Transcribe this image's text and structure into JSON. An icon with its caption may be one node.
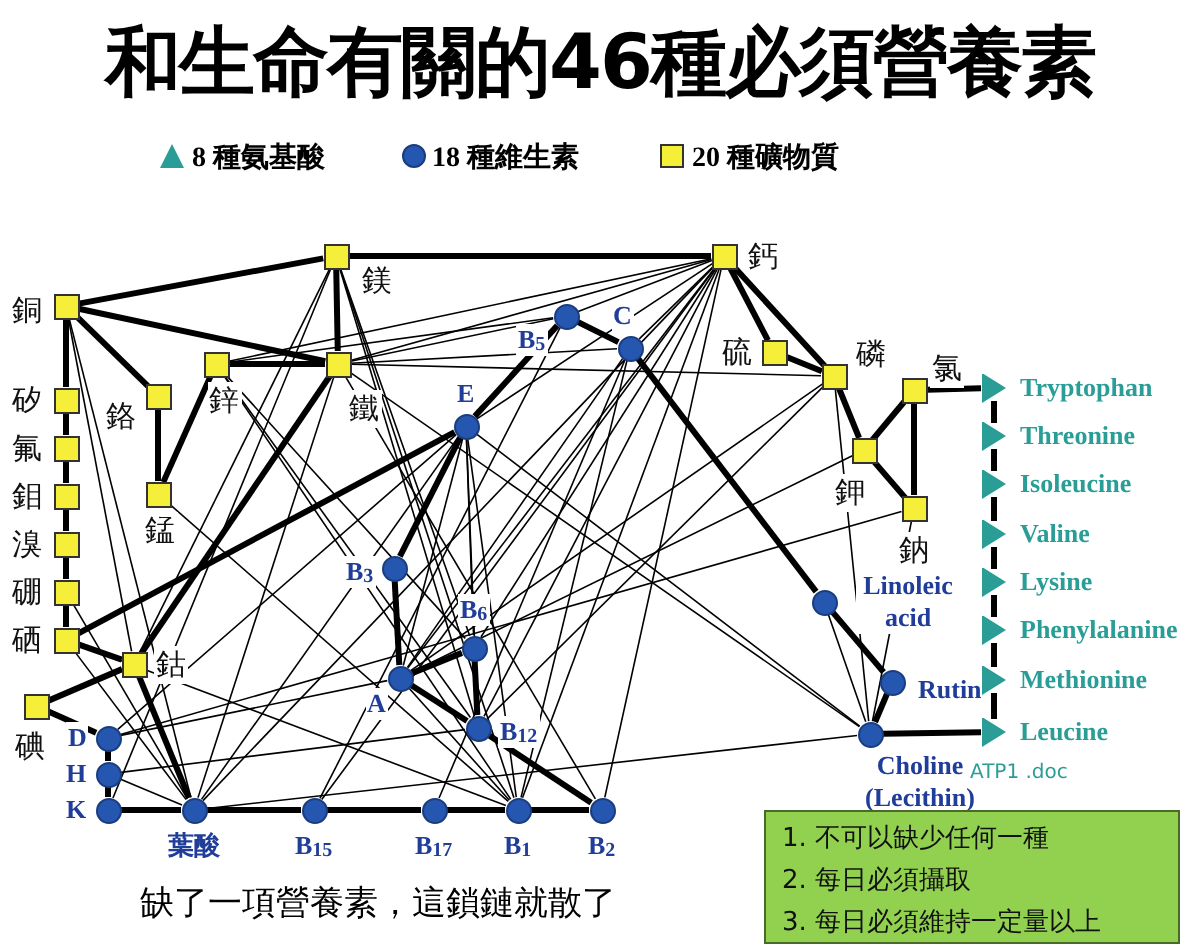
{
  "diagram": {
    "title": "和生命有關的46種必須營養素",
    "caption": "缺了一項營養素，這鎖鏈就散了",
    "nodes": [
      {
        "text": [
          "鎂"
        ]
      },
      {
        "text": [
          "鈣"
        ]
      },
      {
        "text": [
          "銅"
        ]
      },
      {
        "text": [
          "鋅"
        ]
      },
      {
        "text": [
          "鐵"
        ]
      },
      {
        "text": [
          "鉻"
        ]
      },
      {
        "text": [
          "錳"
        ]
      },
      {
        "text": [
          "矽"
        ]
      },
      {
        "text": [
          "氟"
        ]
      },
      {
        "text": [
          "鉬"
        ]
      },
      {
        "text": [
          "溴"
        ]
      },
      {
        "text": [
          "硼"
        ]
      },
      {
        "text": [
          "硒"
        ]
      },
      {
        "text": [
          "鈷"
        ]
      },
      {
        "text": [
          "碘"
        ]
      },
      {
        "text": [
          "硫"
        ]
      },
      {
        "text": [
          "磷"
        ]
      },
      {
        "text": [
          "氯"
        ]
      },
      {
        "text": [
          "鉀"
        ]
      },
      {
        "text": [
          "鈉"
        ]
      },
      {
        "text": [
          "B$_{5}$"
        ]
      },
      {
        "text": [
          "C"
        ]
      },
      {
        "text": [
          "E"
        ]
      },
      {
        "text": [
          "B$_{3}$"
        ]
      },
      {
        "text": [
          "B$_{6}$"
        ]
      },
      {
        "text": [
          "A"
        ]
      },
      {
        "text": [
          "B$_{12}$"
        ]
      },
      {
        "text": [
          "D"
        ]
      },
      {
        "text": [
          "H"
        ]
      },
      {
        "text": [
          "K"
        ]
      },
      {
        "text": [
          "葉酸"
        ]
      },
      {
        "text": [
          "B$_{15}$"
        ]
      },
      {
        "text": [
          "B$_{17}$"
        ]
      },
      {
        "text": [
          "B$_{1}$"
        ]
      },
      {
        "text": [
          "B$_{2}$"
        ]
      },
      {
        "text": [
          "Linoleic acid"
        ]
      },
      {
        "text": [
          "Rutin"
        ]
      },
      {
        "text": [
          "Choline (Lecithin)"
        ]
      },
      {
        "text": [
          "Tryptophan"
        ]
      },
      {
        "text": [
          "Threonine"
        ]
      },
      {
        "text": [
          "Isoleucine"
        ]
      },
      {
        "text": [
          "Valine"
        ]
      },
      {
        "text": [
          "Lysine"
        ]
      },
      {
        "text": [
          "Phenylalanine"
        ]
      },
      {
        "text": [
          "Methionine"
        ]
      },
      {
        "text": [
          "Leucine"
        ]
      },
      {
        "text": [
          "1. 不可以缺少任何一種",
          "2. 每日必須攝取",
          "3. 每日必須維持一定量以上"
        ]
      }
    ],
    "edges": [
      {
        "from": 2,
        "to": 0,
        "arrow": "none",
        "style": "thick"
      },
      {
        "from": 0,
        "to": 1,
        "arrow": "none",
        "style": "thick"
      },
      {
        "from": 2,
        "to": 4,
        "arrow": "none",
        "style": "thick"
      },
      {
        "from": 0,
        "to": 4,
        "arrow": "none",
        "style": "thick"
      },
      {
        "from": 3,
        "to": 4,
        "arrow": "none",
        "style": "thick"
      },
      {
        "from": 2,
        "to": 5,
        "arrow": "none",
        "style": "thick"
      },
      {
        "from": 5,
        "to": 6,
        "arrow": "none",
        "style": "thick"
      },
      {
        "from": 3,
        "to": 6,
        "arrow": "none",
        "style": "thick"
      },
      {
        "from": 2,
        "to": 7,
        "arrow": "none",
        "style": "thick"
      },
      {
        "from": 7,
        "to": 8,
        "arrow": "none",
        "style": "thick"
      },
      {
        "from": 8,
        "to": 9,
        "arrow": "none",
        "style": "thick"
      },
      {
        "from": 9,
        "to": 10,
        "arrow": "none",
        "style": "thick"
      },
      {
        "from": 10,
        "to": 11,
        "arrow": "none",
        "style": "thick"
      },
      {
        "from": 11,
        "to": 12,
        "arrow": "none",
        "style": "thick"
      },
      {
        "from": 12,
        "to": 13,
        "arrow": "none",
        "style": "thick"
      },
      {
        "from": 14,
        "to": 13,
        "arrow": "none",
        "style": "thick"
      },
      {
        "from": 14,
        "to": 27,
        "arrow": "none",
        "style": "thick"
      },
      {
        "from": 13,
        "to": 30,
        "arrow": "none",
        "style": "thick"
      },
      {
        "from": 4,
        "to": 13,
        "arrow": "none",
        "style": "thick"
      },
      {
        "from": 22,
        "to": 12,
        "arrow": "none",
        "style": "thick"
      },
      {
        "from": 22,
        "to": 20,
        "arrow": "none",
        "style": "thick"
      },
      {
        "from": 22,
        "to": 23,
        "arrow": "none",
        "style": "thick"
      },
      {
        "from": 23,
        "to": 25,
        "arrow": "none",
        "style": "thick"
      },
      {
        "from": 25,
        "to": 24,
        "arrow": "none",
        "style": "thick"
      },
      {
        "from": 24,
        "to": 26,
        "arrow": "none",
        "style": "thick"
      },
      {
        "from": 25,
        "to": 26,
        "arrow": "none",
        "style": "thick"
      },
      {
        "from": 26,
        "to": 34,
        "arrow": "none",
        "style": "thick"
      },
      {
        "from": 20,
        "to": 21,
        "arrow": "none",
        "style": "thick"
      },
      {
        "from": 21,
        "to": 35,
        "arrow": "none",
        "style": "thick"
      },
      {
        "from": 35,
        "to": 36,
        "arrow": "none",
        "style": "thick"
      },
      {
        "from": 36,
        "to": 37,
        "arrow": "none",
        "style": "thick"
      },
      {
        "from": 27,
        "to": 28,
        "arrow": "none",
        "style": "thick"
      },
      {
        "from": 28,
        "to": 29,
        "arrow": "none",
        "style": "thick"
      },
      {
        "from": 29,
        "to": 30,
        "arrow": "none",
        "style": "thick"
      },
      {
        "from": 30,
        "to": 31,
        "arrow": "none",
        "style": "thick"
      },
      {
        "from": 31,
        "to": 32,
        "arrow": "none",
        "style": "thick"
      },
      {
        "from": 32,
        "to": 33,
        "arrow": "none",
        "style": "thick"
      },
      {
        "from": 33,
        "to": 34,
        "arrow": "none",
        "style": "thick"
      },
      {
        "from": 1,
        "to": 15,
        "arrow": "none",
        "style": "thick"
      },
      {
        "from": 1,
        "to": 16,
        "arrow": "none",
        "style": "thick"
      },
      {
        "from": 15,
        "to": 16,
        "arrow": "none",
        "style": "thick"
      },
      {
        "from": 16,
        "to": 18,
        "arrow": "none",
        "style": "thick"
      },
      {
        "from": 18,
        "to": 17,
        "arrow": "none",
        "style": "thick"
      },
      {
        "from": 18,
        "to": 19,
        "arrow": "none",
        "style": "thick"
      },
      {
        "from": 17,
        "to": 19,
        "arrow": "none",
        "style": "thick"
      },
      {
        "from": 17,
        "to": 38,
        "arrow": "none",
        "style": "thick"
      },
      {
        "from": 38,
        "to": 39,
        "arrow": "none",
        "style": "thick"
      },
      {
        "from": 39,
        "to": 40,
        "arrow": "none",
        "style": "thick"
      },
      {
        "from": 40,
        "to": 41,
        "arrow": "none",
        "style": "thick"
      },
      {
        "from": 41,
        "to": 42,
        "arrow": "none",
        "style": "thick"
      },
      {
        "from": 42,
        "to": 43,
        "arrow": "none",
        "style": "thick"
      },
      {
        "from": 43,
        "to": 44,
        "arrow": "none",
        "style": "thick"
      },
      {
        "from": 44,
        "to": 45,
        "arrow": "none",
        "style": "thick"
      },
      {
        "from": 37,
        "to": 45,
        "arrow": "none",
        "style": "thick"
      },
      {
        "from": 2,
        "to": 30,
        "arrow": "none"
      },
      {
        "from": 0,
        "to": 13,
        "arrow": "none"
      },
      {
        "from": 0,
        "to": 26,
        "arrow": "none"
      },
      {
        "from": 0,
        "to": 24,
        "arrow": "none"
      },
      {
        "from": 0,
        "to": 33,
        "arrow": "none"
      },
      {
        "from": 3,
        "to": 1,
        "arrow": "none"
      },
      {
        "from": 3,
        "to": 20,
        "arrow": "none"
      },
      {
        "from": 3,
        "to": 33,
        "arrow": "none"
      },
      {
        "from": 4,
        "to": 1,
        "arrow": "none"
      },
      {
        "from": 4,
        "to": 16,
        "arrow": "none"
      },
      {
        "from": 4,
        "to": 21,
        "arrow": "none"
      },
      {
        "from": 4,
        "to": 30,
        "arrow": "none"
      },
      {
        "from": 4,
        "to": 37,
        "arrow": "none"
      },
      {
        "from": 6,
        "to": 33,
        "arrow": "none"
      },
      {
        "from": 1,
        "to": 22,
        "arrow": "none"
      },
      {
        "from": 1,
        "to": 25,
        "arrow": "none"
      },
      {
        "from": 1,
        "to": 26,
        "arrow": "none"
      },
      {
        "from": 1,
        "to": 31,
        "arrow": "none"
      },
      {
        "from": 1,
        "to": 34,
        "arrow": "none"
      },
      {
        "from": 22,
        "to": 26,
        "arrow": "none"
      },
      {
        "from": 22,
        "to": 24,
        "arrow": "none"
      },
      {
        "from": 22,
        "to": 37,
        "arrow": "none"
      },
      {
        "from": 20,
        "to": 31,
        "arrow": "none"
      },
      {
        "from": 21,
        "to": 25,
        "arrow": "none"
      },
      {
        "from": 21,
        "to": 32,
        "arrow": "none"
      },
      {
        "from": 16,
        "to": 37,
        "arrow": "none"
      },
      {
        "from": 16,
        "to": 26,
        "arrow": "none"
      },
      {
        "from": 18,
        "to": 25,
        "arrow": "none"
      },
      {
        "from": 19,
        "to": 27,
        "arrow": "none"
      },
      {
        "from": 35,
        "to": 37,
        "arrow": "none"
      },
      {
        "from": 27,
        "to": 22,
        "arrow": "none"
      },
      {
        "from": 30,
        "to": 37,
        "arrow": "none"
      },
      {
        "from": 12,
        "to": 30,
        "arrow": "none"
      },
      {
        "from": 28,
        "to": 30,
        "arrow": "none"
      },
      {
        "from": 0,
        "to": 29,
        "arrow": "none"
      },
      {
        "from": 3,
        "to": 24,
        "arrow": "none"
      },
      {
        "from": 3,
        "to": 26,
        "arrow": "none"
      },
      {
        "from": 4,
        "to": 20,
        "arrow": "none"
      },
      {
        "from": 4,
        "to": 34,
        "arrow": "none"
      },
      {
        "from": 1,
        "to": 24,
        "arrow": "none"
      },
      {
        "from": 1,
        "to": 30,
        "arrow": "none"
      },
      {
        "from": 1,
        "to": 20,
        "arrow": "none"
      },
      {
        "from": 1,
        "to": 21,
        "arrow": "none"
      },
      {
        "from": 16,
        "to": 25,
        "arrow": "none"
      },
      {
        "from": 22,
        "to": 25,
        "arrow": "none"
      },
      {
        "from": 22,
        "to": 33,
        "arrow": "none"
      },
      {
        "from": 22,
        "to": 30,
        "arrow": "none"
      },
      {
        "from": 21,
        "to": 33,
        "arrow": "none"
      },
      {
        "from": 25,
        "to": 33,
        "arrow": "none"
      },
      {
        "from": 27,
        "to": 25,
        "arrow": "none"
      },
      {
        "from": 28,
        "to": 26,
        "arrow": "none"
      },
      {
        "from": 11,
        "to": 30,
        "arrow": "none"
      },
      {
        "from": 12,
        "to": 33,
        "arrow": "none"
      },
      {
        "from": 2,
        "to": 13,
        "arrow": "none"
      },
      {
        "from": 1,
        "to": 33,
        "arrow": "none"
      },
      {
        "from": 19,
        "to": 37,
        "arrow": "none"
      }
    ],
    "labels": [
      "ATP1 .doc"
    ],
    "legend": [
      {
        "text": "8 種氨基酸"
      },
      {
        "text": "18 種維生素"
      },
      {
        "text": "20 種礦物質"
      }
    ]
  }
}
